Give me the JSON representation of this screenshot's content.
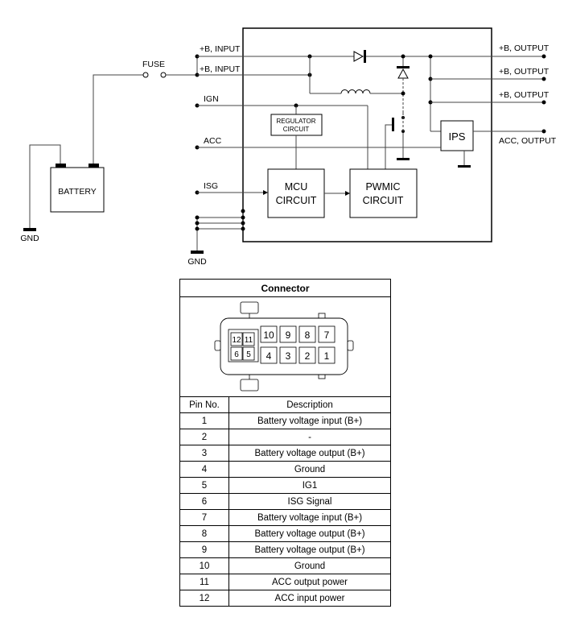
{
  "labels": {
    "fuse": "FUSE",
    "battery": "BATTERY",
    "gnd_left": "GND",
    "gnd_bottom": "GND",
    "b_input_1": "+B, INPUT",
    "b_input_2": "+B, INPUT",
    "ign": "IGN",
    "acc": "ACC",
    "isg": "ISG",
    "regulator_line1": "REGULATOR",
    "regulator_line2": "CIRCUIT",
    "mcu_line1": "MCU",
    "mcu_line2": "CIRCUIT",
    "pwmic_line1": "PWMIC",
    "pwmic_line2": "CIRCUIT",
    "ips": "IPS",
    "b_output_1": "+B, OUTPUT",
    "b_output_2": "+B, OUTPUT",
    "b_output_3": "+B, OUTPUT",
    "acc_output": "ACC, OUTPUT"
  },
  "connector": {
    "title": "Connector",
    "pins_top_row": [
      "10",
      "9",
      "8",
      "7"
    ],
    "pins_bottom_row": [
      "4",
      "3",
      "2",
      "1"
    ],
    "pins_small_top": [
      "12",
      "11"
    ],
    "pins_small_bottom": [
      "6",
      "5"
    ]
  },
  "table": {
    "headers": [
      "Pin No.",
      "Description"
    ],
    "rows": [
      {
        "pin": "1",
        "desc": "Battery voltage input (B+)"
      },
      {
        "pin": "2",
        "desc": "-"
      },
      {
        "pin": "3",
        "desc": "Battery voltage output (B+)"
      },
      {
        "pin": "4",
        "desc": "Ground"
      },
      {
        "pin": "5",
        "desc": "IG1"
      },
      {
        "pin": "6",
        "desc": "ISG Signal"
      },
      {
        "pin": "7",
        "desc": "Battery voltage input (B+)"
      },
      {
        "pin": "8",
        "desc": "Battery voltage output (B+)"
      },
      {
        "pin": "9",
        "desc": "Battery voltage output (B+)"
      },
      {
        "pin": "10",
        "desc": "Ground"
      },
      {
        "pin": "11",
        "desc": "ACC output power"
      },
      {
        "pin": "12",
        "desc": "ACC input power"
      }
    ]
  }
}
